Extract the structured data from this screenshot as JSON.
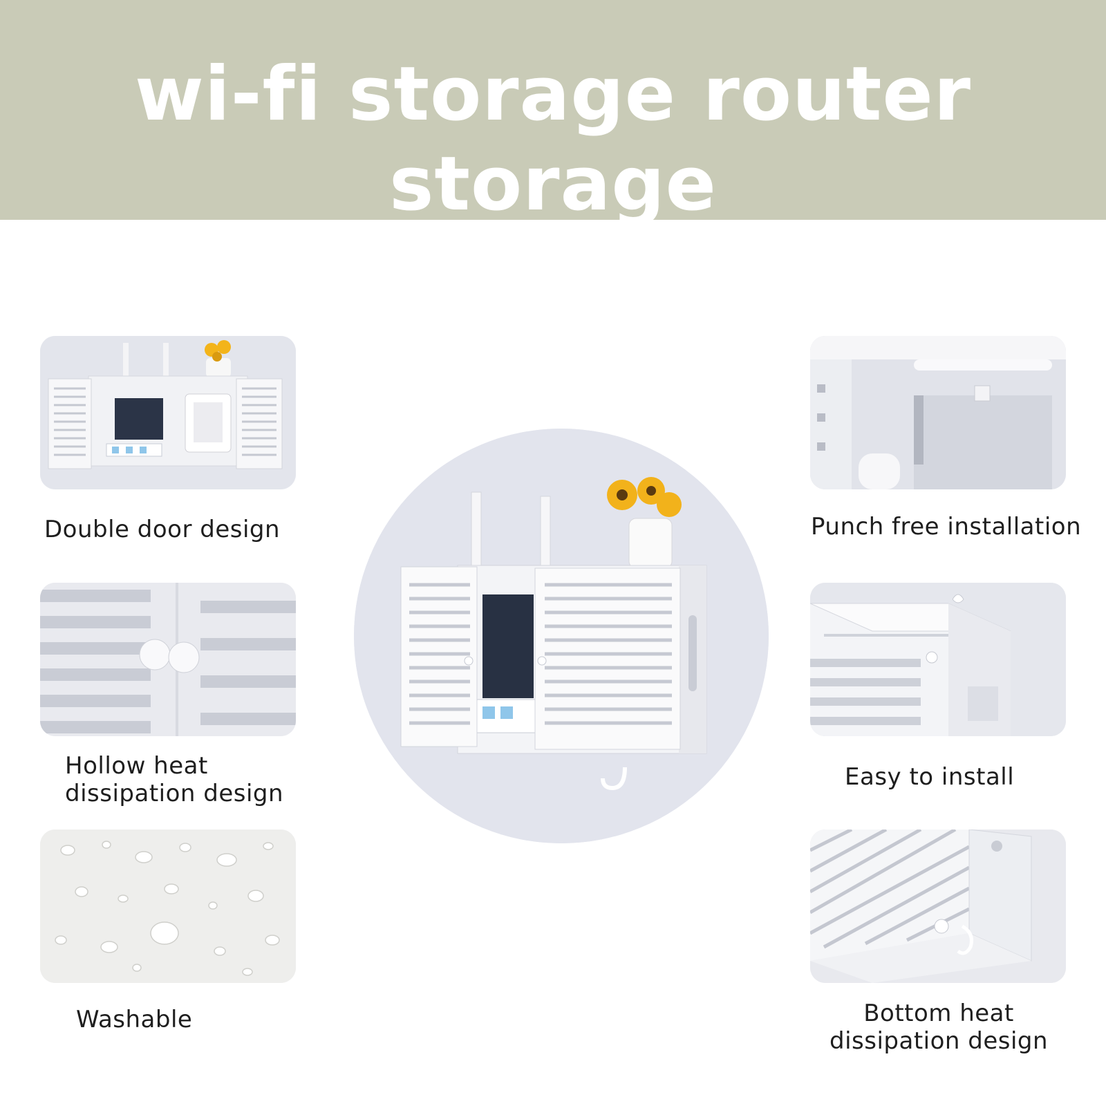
{
  "header": {
    "title": "wi-fi storage router storage",
    "background": "#c9cbb7"
  },
  "features_left": [
    {
      "label": "Double door design",
      "image": "double-door-cabinet"
    },
    {
      "line1": "Hollow heat",
      "line2": "dissipation design",
      "image": "slotted-door-knobs"
    },
    {
      "label": "Washable",
      "image": "water-droplets"
    }
  ],
  "features_right": [
    {
      "label": "Punch free installation",
      "image": "interior-mount-bracket"
    },
    {
      "label": "Easy to install",
      "image": "cabinet-corner"
    },
    {
      "line1": "Bottom heat",
      "line2": "dissipation design",
      "image": "cabinet-underside"
    }
  ],
  "hero": {
    "image": "router-cabinet-with-sunflowers"
  }
}
